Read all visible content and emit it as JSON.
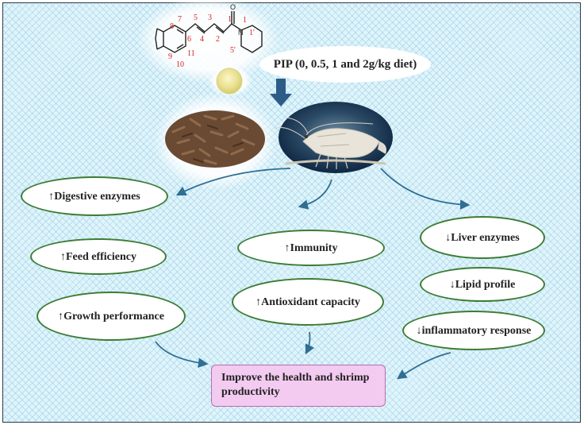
{
  "colors": {
    "ellipse_border": "#3c7d35",
    "arrow": "#2e6f93",
    "result_fill": "#f3caf0",
    "structure_red": "#d42020",
    "down_arrow": "#2d5c86"
  },
  "molecule": {
    "numbers": [
      "7",
      "5",
      "3",
      "1",
      "8",
      "6",
      "4",
      "2",
      "1",
      "11",
      "9",
      "10",
      "5'",
      "1'"
    ],
    "label": "PIP molecular structure"
  },
  "diet": {
    "label": "PIP (0, 0.5, 1 and 2g/kg diet)"
  },
  "effects": {
    "digestive": "↑Digestive enzymes",
    "feed": "↑Feed efficiency",
    "growth": "↑Growth performance",
    "immunity": "↑Immunity",
    "antioxidant": "↑Antioxidant capacity",
    "liver": "↓Liver enzymes",
    "lipid": "↓Lipid profile",
    "inflammatory": "↓inflammatory response"
  },
  "result": {
    "label": "Improve the health and shrimp productivity"
  },
  "icons": [
    "down-arrow-icon",
    "curved-arrow-icon",
    "pellets-icon",
    "shrimp-icon",
    "powder-icon"
  ]
}
